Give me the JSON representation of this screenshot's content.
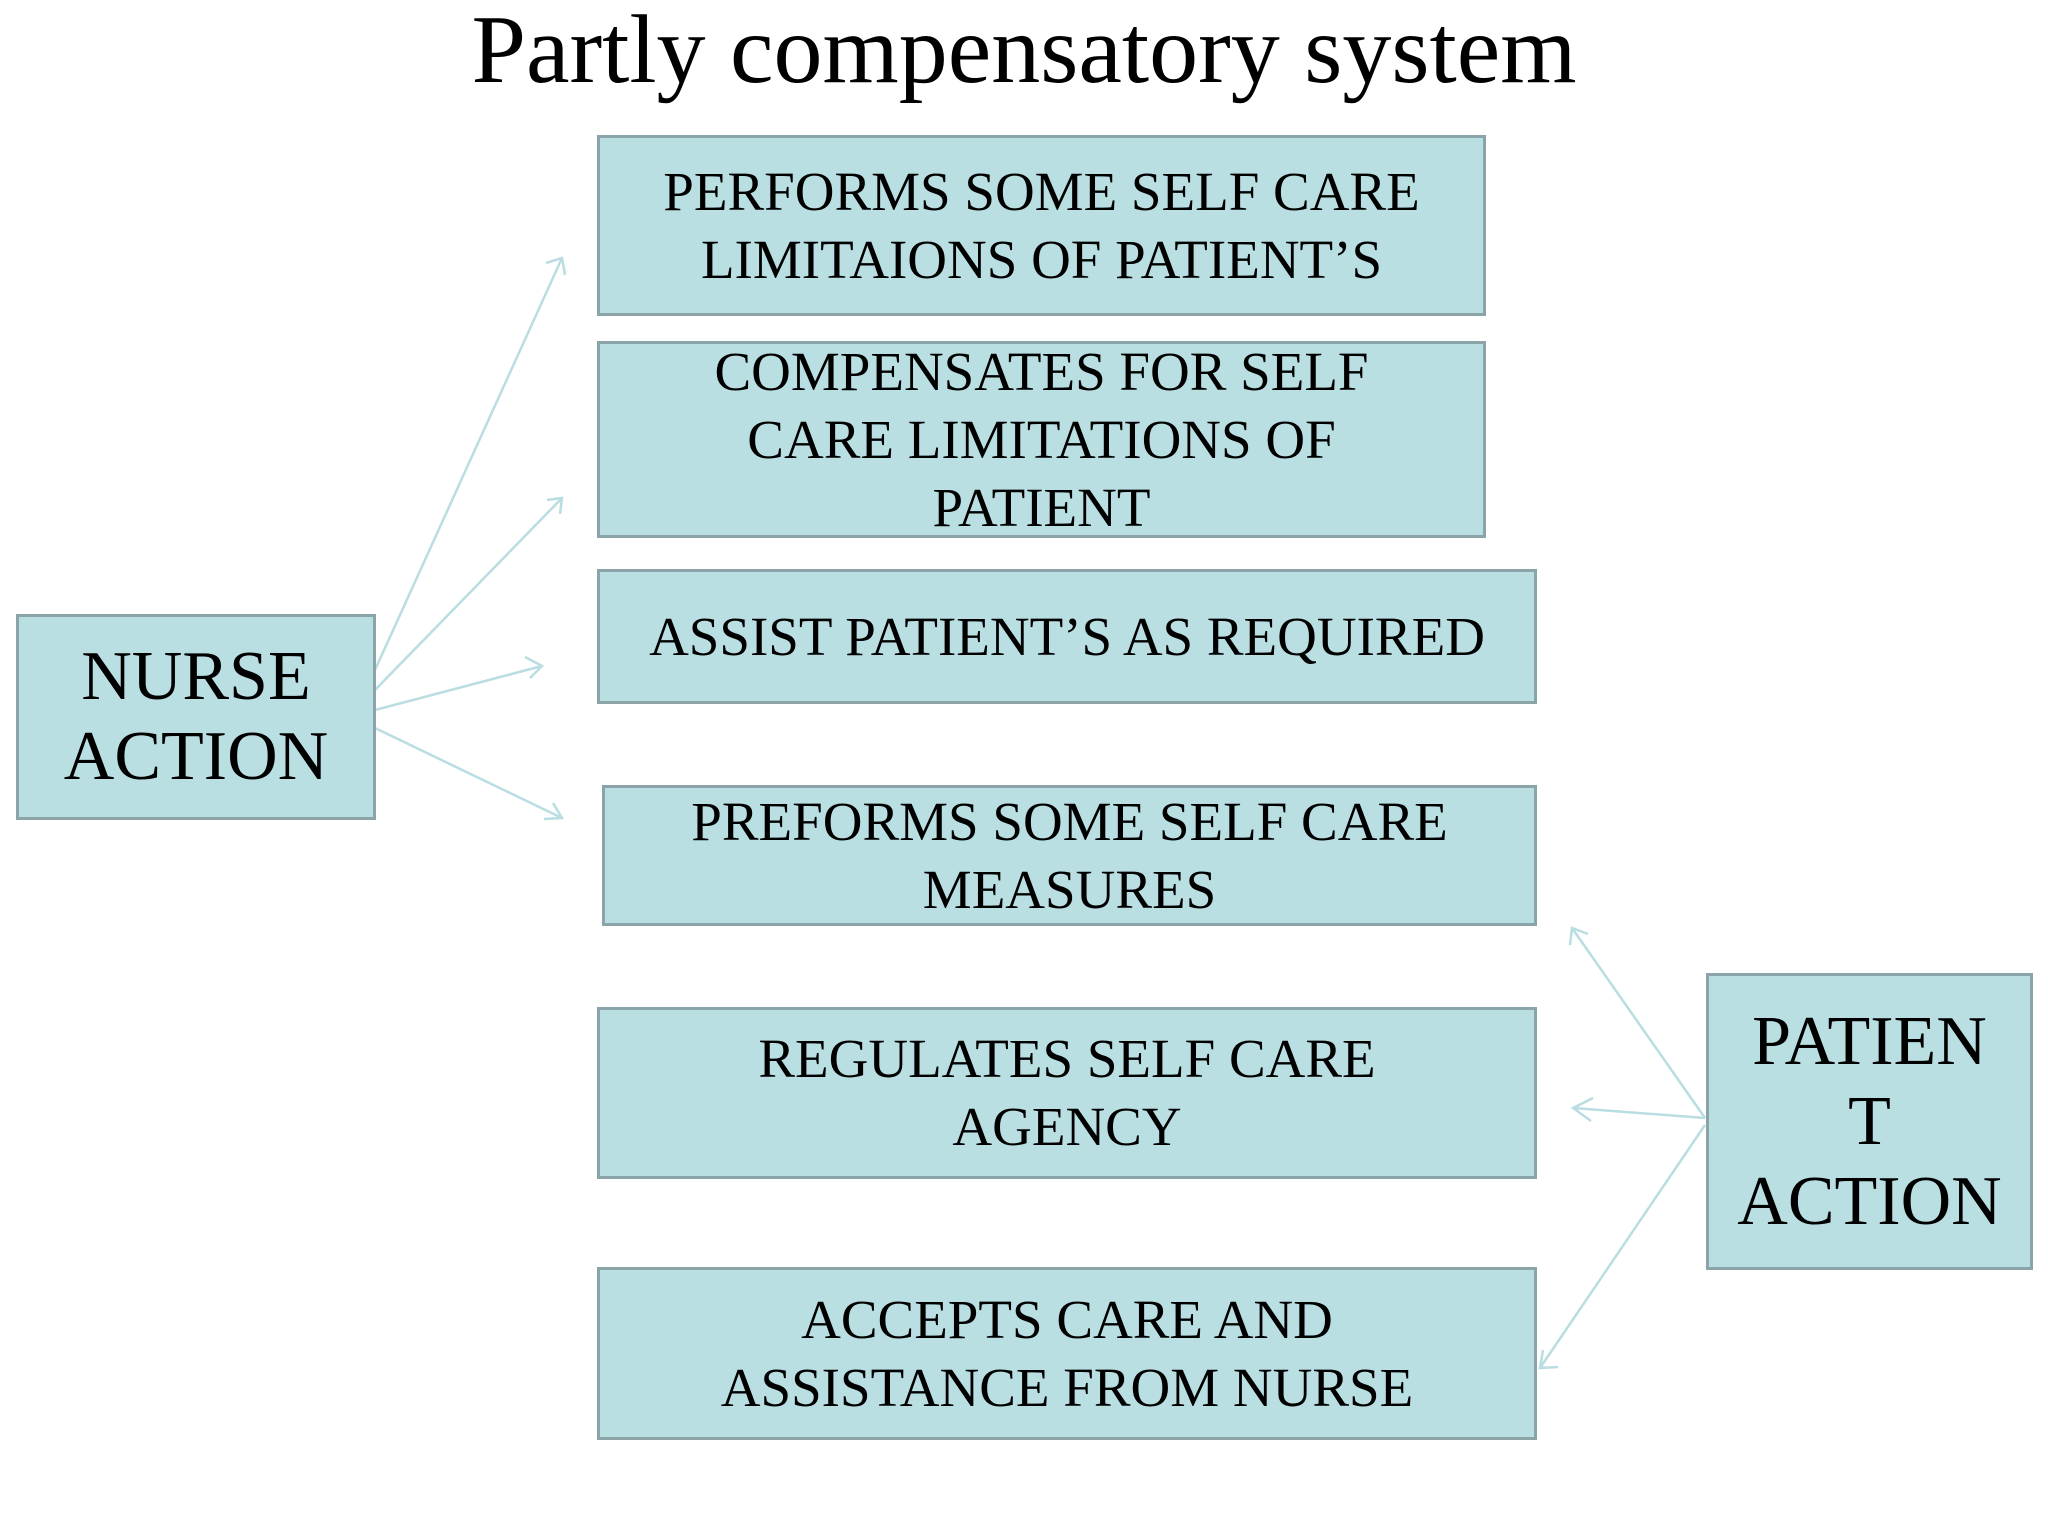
{
  "title": "Partly compensatory system",
  "colors": {
    "box_fill": "#b9dfe3",
    "box_border": "#8aa4a8",
    "arrow": "#b9dde0"
  },
  "nurse_box": "NURSE\nACTION",
  "patient_box": "PATIEN\nT\nACTION",
  "center_boxes": [
    "PERFORMS SOME SELF CARE\nLIMITAIONS OF PATIENT’S",
    "COMPENSATES FOR SELF\nCARE LIMITATIONS OF\nPATIENT",
    "ASSIST PATIENT’S AS REQUIRED",
    "PREFORMS SOME SELF CARE\nMEASURES",
    "REGULATES SELF CARE\nAGENCY",
    "ACCEPTS CARE AND\nASSISTANCE FROM NURSE"
  ]
}
